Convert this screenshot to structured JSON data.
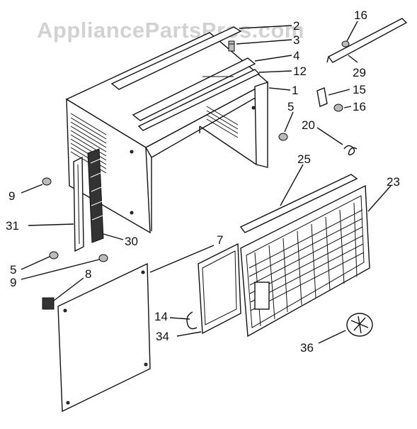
{
  "watermark": "AppliancePartsPros.com",
  "callouts": [
    {
      "id": "c2",
      "label": "2"
    },
    {
      "id": "c3",
      "label": "3"
    },
    {
      "id": "c4",
      "label": "4"
    },
    {
      "id": "c12",
      "label": "12"
    },
    {
      "id": "c1",
      "label": "1"
    },
    {
      "id": "c16a",
      "label": "16"
    },
    {
      "id": "c29",
      "label": "29"
    },
    {
      "id": "c15",
      "label": "15"
    },
    {
      "id": "c16b",
      "label": "16"
    },
    {
      "id": "c5a",
      "label": "5"
    },
    {
      "id": "c20",
      "label": "20"
    },
    {
      "id": "c25",
      "label": "25"
    },
    {
      "id": "c23",
      "label": "23"
    },
    {
      "id": "c9a",
      "label": "9"
    },
    {
      "id": "c31",
      "label": "31"
    },
    {
      "id": "c30",
      "label": "30"
    },
    {
      "id": "c7",
      "label": "7"
    },
    {
      "id": "c5b",
      "label": "5"
    },
    {
      "id": "c9b",
      "label": "9"
    },
    {
      "id": "c8",
      "label": "8"
    },
    {
      "id": "c14",
      "label": "14"
    },
    {
      "id": "c34",
      "label": "34"
    },
    {
      "id": "c36",
      "label": "36"
    }
  ]
}
